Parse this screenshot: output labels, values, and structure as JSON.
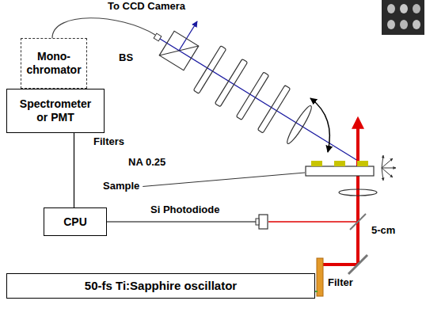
{
  "diagram": {
    "nodes": [
      {
        "text": [
          "Mono- chromator"
        ]
      },
      {
        "text": [
          "Spectrometer or PMT"
        ]
      },
      {
        "text": [
          "CPU"
        ]
      },
      {
        "text": [
          "50-fs Ti:Sapphire oscillator"
        ]
      }
    ],
    "edges": [
      {
        "from": 1,
        "to": 2,
        "arrow": "none"
      }
    ],
    "labels": [
      "To CCD Camera",
      "BS",
      "Filters",
      "NA 0.25",
      "Sample",
      "Si Photodiode",
      "5-cm",
      "Filter"
    ]
  }
}
